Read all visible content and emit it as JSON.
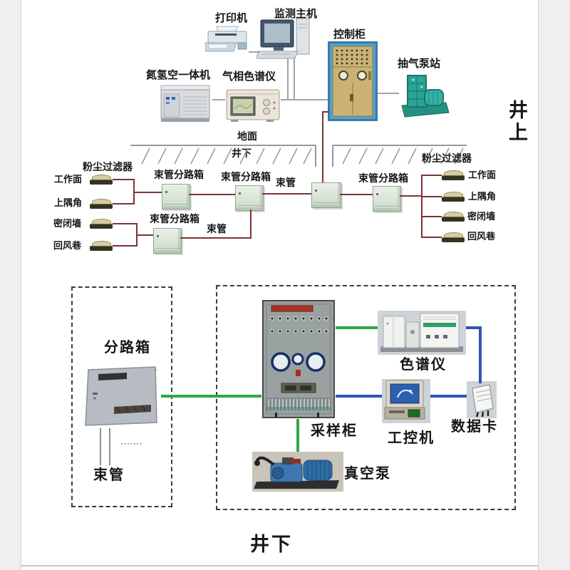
{
  "page": {
    "surface_side_label": "井上",
    "underground_bottom_label": "井下",
    "ground_above": "地面",
    "ground_below": "井下"
  },
  "surface": {
    "printer": "打印机",
    "monitor_host": "监测主机",
    "control_cabinet": "控制柜",
    "gas_generator": "氮氢空一体机",
    "gas_chromatograph": "气相色谱仪",
    "pump_station": "抽气泵站"
  },
  "network": {
    "branch_box": "束管分路箱",
    "tube": "束管",
    "dust_filter": "粉尘过滤器",
    "left_points": [
      "工作面",
      "上隅角",
      "密闭墙",
      "回风巷"
    ],
    "right_points": [
      "工作面",
      "上隅角",
      "密闭墙",
      "回风巷"
    ]
  },
  "underground": {
    "branch_box": "分路箱",
    "tube": "束管",
    "ellipsis": "·······",
    "sampling_cabinet": "采样柜",
    "chromatograph": "色谱仪",
    "industrial_pc": "工控机",
    "data_card": "数据卡",
    "vacuum_pump": "真空泵"
  },
  "colors": {
    "tube_line": "#7c3434",
    "signal_green": "#2fa84b",
    "signal_blue": "#3254b4",
    "wire_gray": "#a3a3a3"
  }
}
